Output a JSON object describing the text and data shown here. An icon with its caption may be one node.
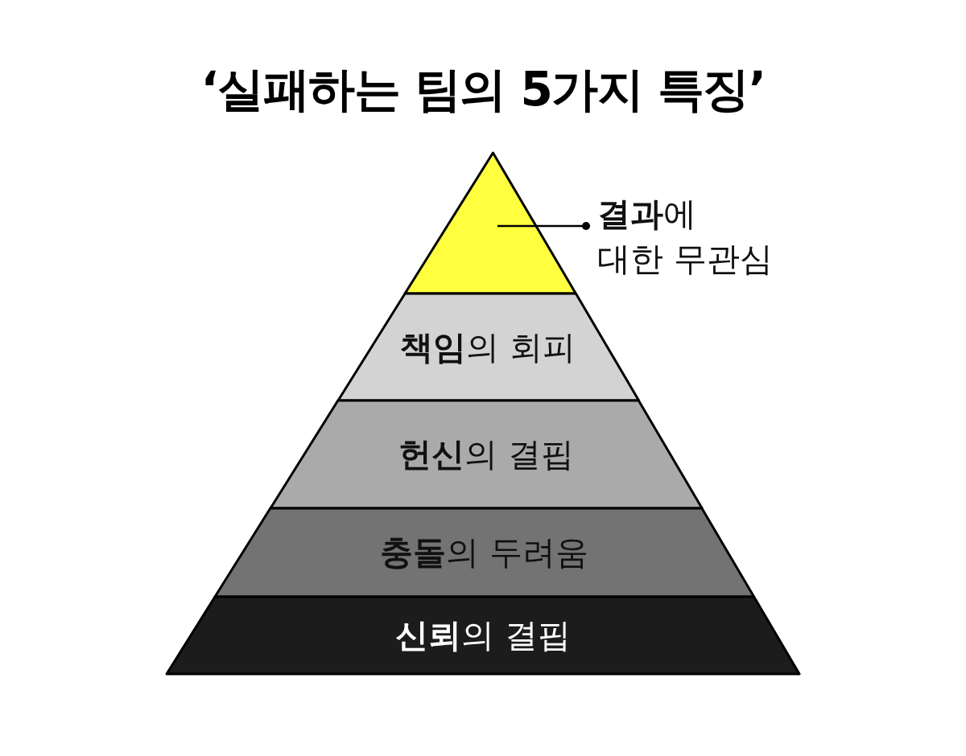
{
  "diagram": {
    "title": "‘실패하는 팀의 5가지 특징’",
    "nodes": [
      {
        "text": [],
        "shape": "triangle"
      },
      {
        "text": [
          "**결과**에 대한 무관심"
        ]
      },
      {
        "text": [
          "**책임**의 회피"
        ]
      },
      {
        "text": [
          "**헌신**의 결핍"
        ]
      },
      {
        "text": [
          "**충돌**의 두려움"
        ]
      },
      {
        "text": [
          "**신뢰**의 결핍"
        ]
      }
    ],
    "edges": [
      {
        "from": 1,
        "to": 0,
        "arrow": "other"
      }
    ]
  }
}
